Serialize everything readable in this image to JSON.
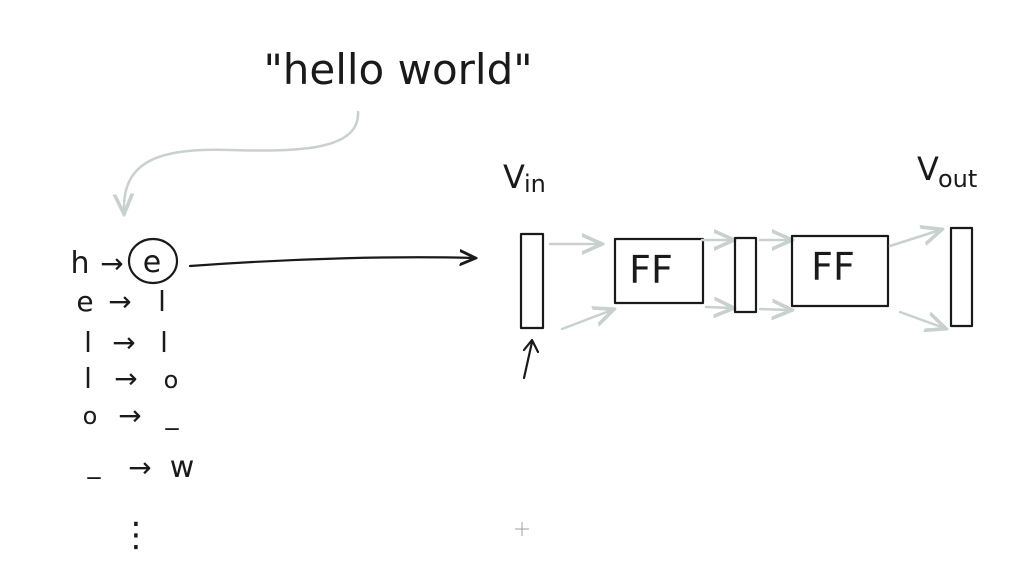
{
  "title": "\"hello world\"",
  "labels": {
    "v_in": "V",
    "v_in_sub": "in",
    "v_out": "V",
    "v_out_sub": "out",
    "ff_1": "FF",
    "ff_2": "FF"
  },
  "mapping": [
    {
      "from": "h",
      "to": "e"
    },
    {
      "from": "e",
      "to": "l"
    },
    {
      "from": "l",
      "to": "l"
    },
    {
      "from": "l",
      "to": "o"
    },
    {
      "from": "o",
      "to": "_"
    },
    {
      "from": "_",
      "to": "w"
    }
  ],
  "ellipsis": "⋮",
  "arrow_glyph": "→",
  "colors": {
    "ink": "#1a1a1a",
    "pale_arrows": "#c9d1cf",
    "background": "#ffffff"
  }
}
